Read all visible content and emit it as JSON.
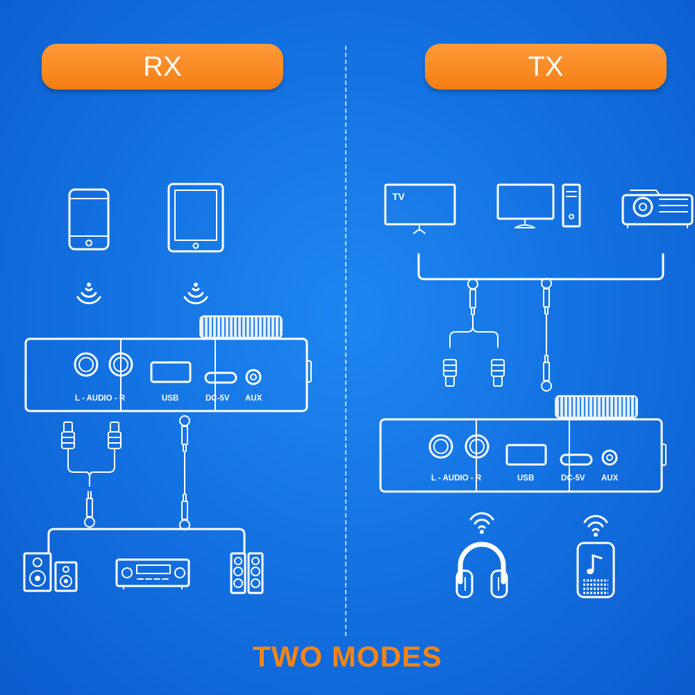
{
  "modes": {
    "rx": {
      "label": "RX"
    },
    "tx": {
      "label": "TX"
    }
  },
  "device_labels": {
    "audio": "L - AUDIO - R",
    "usb": "USB",
    "dc": "DC-5V",
    "aux": "AUX"
  },
  "tv_label": "TV",
  "footer": "TWO MODES",
  "colors": {
    "background": "#1473e3",
    "accent": "#f57d12",
    "footer_text": "#f58515",
    "line": "#ffffff"
  },
  "icons": {
    "rx_sources": [
      "smartphone-icon",
      "tablet-icon"
    ],
    "rx_outputs": [
      "speaker-pair-icon",
      "av-receiver-icon",
      "tower-speaker-icon"
    ],
    "tx_sources": [
      "tv-icon",
      "desktop-computer-icon",
      "projector-icon"
    ],
    "tx_outputs": [
      "headphones-icon",
      "smart-speaker-icon"
    ]
  }
}
